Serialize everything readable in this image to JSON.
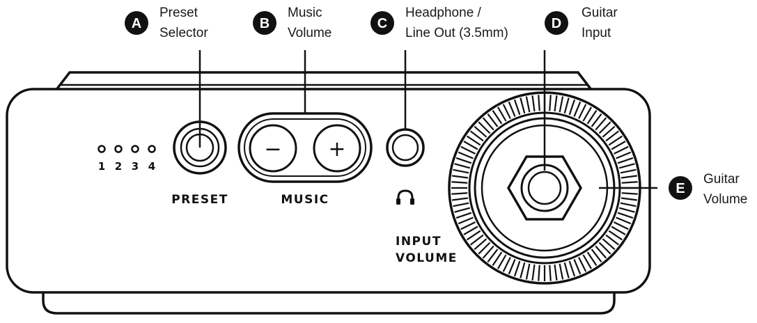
{
  "callouts": [
    {
      "letter": "A",
      "line1": "Preset",
      "line2": "Selector"
    },
    {
      "letter": "B",
      "line1": "Music",
      "line2": "Volume"
    },
    {
      "letter": "C",
      "line1": "Headphone /",
      "line2": "Line Out (3.5mm)"
    },
    {
      "letter": "D",
      "line1": "Guitar",
      "line2": "Input"
    },
    {
      "letter": "E",
      "line1": "Guitar",
      "line2": "Volume"
    }
  ],
  "panel": {
    "preset_label": "PRESET",
    "music_label": "MUSIC",
    "input_volume_line1": "INPUT",
    "input_volume_line2": "VOLUME",
    "led_numbers": [
      "1",
      "2",
      "3",
      "4"
    ],
    "minus_glyph": "−",
    "plus_glyph": "+",
    "headphone_icon": "headphone-icon"
  },
  "colors": {
    "ink": "#111111",
    "badge": "#111111",
    "background": "#ffffff"
  }
}
